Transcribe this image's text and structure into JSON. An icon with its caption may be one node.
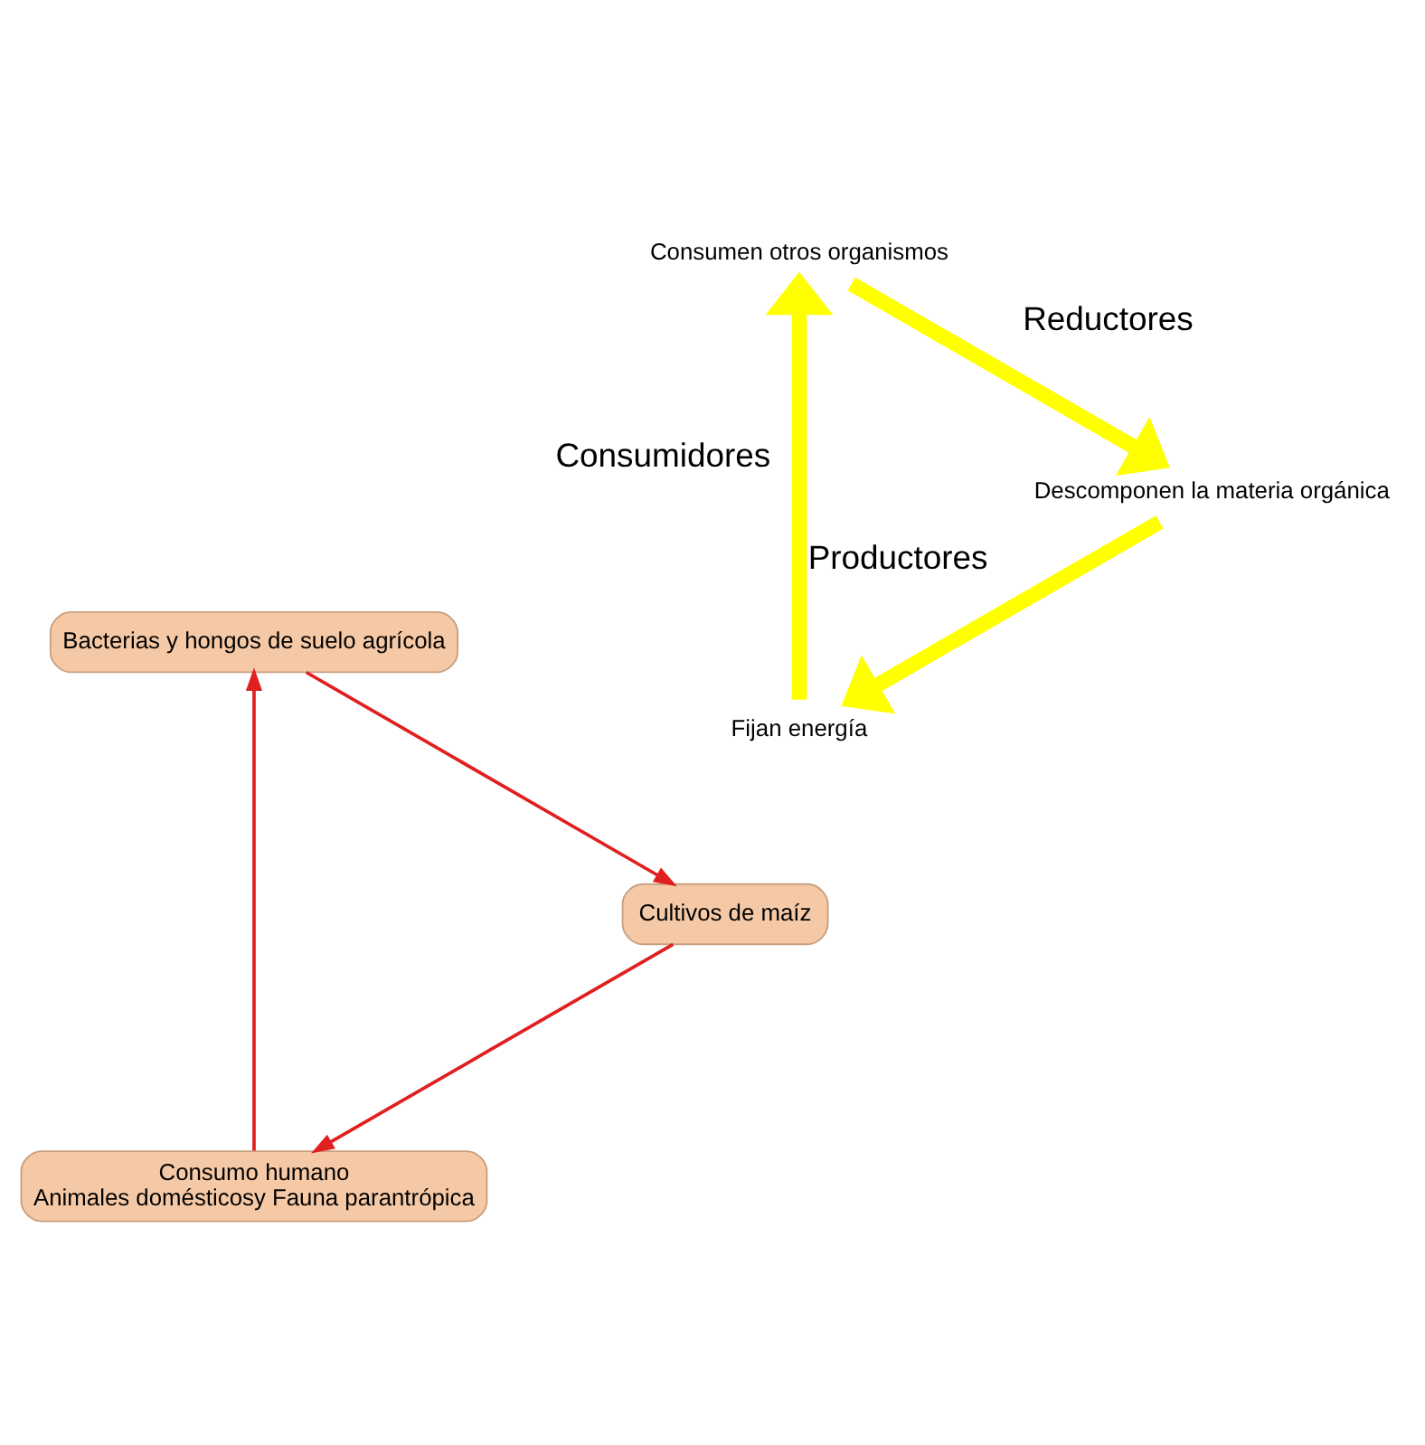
{
  "diagram": {
    "nodes": [
      {
        "text": [
          "Consumo humano",
          "Animales domésticosy Fauna parantrópica"
        ]
      },
      {
        "text": [
          "Fijan energía"
        ]
      },
      {
        "text": [
          "Consumen otros organismos"
        ]
      },
      {
        "text": [
          "Cultivos de maíz"
        ]
      },
      {
        "text": [
          "Descomponen la materia orgánica"
        ]
      },
      {
        "text": [
          "Bacterias y hongos de suelo agrícola"
        ]
      }
    ],
    "edges": [
      {
        "from": 3,
        "to": 0,
        "arrow": "to",
        "color": "#e02020"
      },
      {
        "from": 0,
        "to": 5,
        "arrow": "to",
        "color": "#e02020"
      },
      {
        "from": 5,
        "to": 3,
        "arrow": "to",
        "color": "#e02020"
      },
      {
        "from": 1,
        "to": 2,
        "arrow": "to",
        "label": "Consumidores",
        "style": "thick",
        "color": "#ffff00"
      },
      {
        "from": 2,
        "to": 4,
        "arrow": "to",
        "label": "Reductores",
        "style": "thick",
        "color": "#ffff00"
      },
      {
        "from": 4,
        "to": 1,
        "arrow": "to",
        "label": "Productores",
        "style": "thick",
        "color": "#ffff00"
      }
    ]
  }
}
